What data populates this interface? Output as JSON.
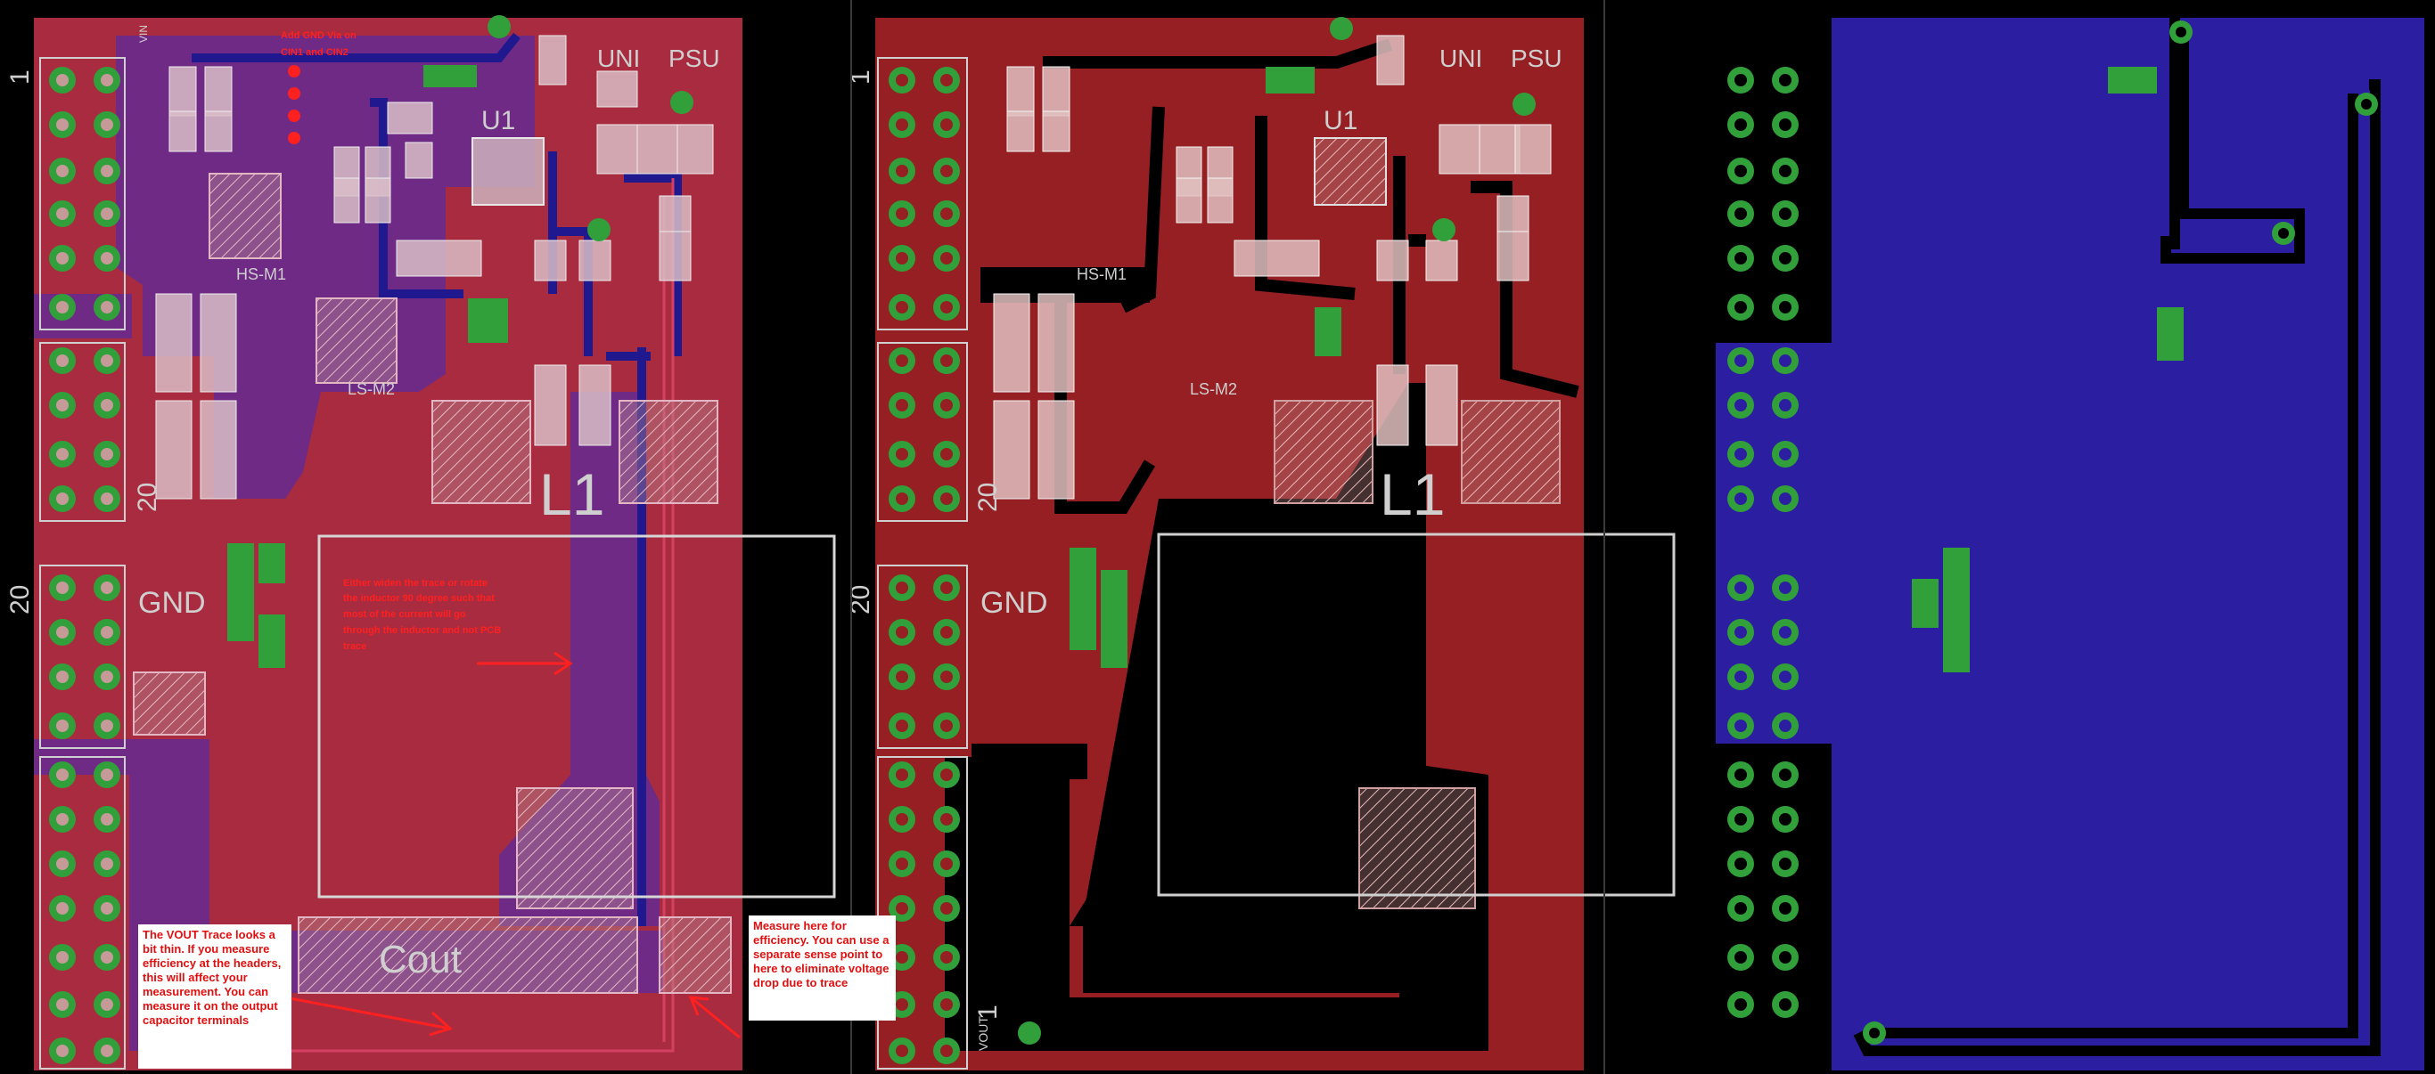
{
  "colors": {
    "copper_top": "#951f22",
    "copper_bottom": "#2c1ea0",
    "overlay": "#b02a50",
    "pad_green": "#31a03a",
    "label_silk": "#c8c8c8",
    "annotation_text": "#ff2020",
    "background": "#000000"
  },
  "views": [
    {
      "id": "overlay",
      "description_label": ""
    },
    {
      "id": "top",
      "description_label": ""
    },
    {
      "id": "bottom",
      "description_label": ""
    }
  ],
  "labels": {
    "uni": "UNI",
    "psu": "PSU",
    "u1": "U1",
    "l1": "L1",
    "gnd": "GND",
    "cout": "Cout",
    "hs_m1": "HS-M1",
    "ls_m2": "LS-M2",
    "num_1": "1",
    "num_20": "20",
    "vin": "VIN",
    "vout": "VOUT"
  },
  "annotations": {
    "gnd_vias": "Add GND Via on CIN1 and CIN2",
    "inductor": "Either widen the trace or rotate the inductor 90 degree such that most of the current will go through the inductor and not PCB trace",
    "vout_trace": "The VOUT Trace looks a bit thin. If you measure efficiency at the headers, this will affect your measurement. You can measure it on the output capacitor terminals",
    "measure_here": "Measure here for efficiency. You can use a separate sense point to here to eliminate voltage drop due to trace"
  }
}
